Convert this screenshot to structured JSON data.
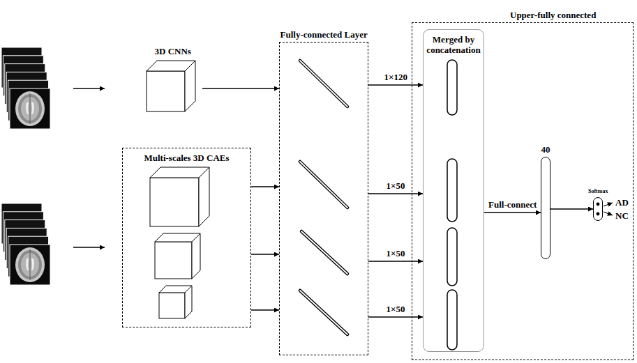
{
  "diagram": {
    "nodes": [
      {
        "text": [
          "3D CNNs"
        ]
      },
      {
        "text": [
          "Multi-scales 3D CAEs"
        ]
      },
      {
        "text": [
          "Fully-connected Layer"
        ]
      },
      {
        "text": [
          "Upper-fully connected"
        ]
      },
      {
        "text": [
          "Merged by concatenation"
        ],
        "in": 3
      },
      {
        "text": [
          "40"
        ],
        "in": 3
      },
      {
        "text": [
          "Softmax"
        ],
        "in": 3
      }
    ],
    "edges": [
      {
        "from": 0,
        "to": 2,
        "arrow": "to"
      },
      {
        "from": 1,
        "to": 2,
        "arrow": "to"
      },
      {
        "from": 1,
        "to": 2,
        "arrow": "to"
      },
      {
        "from": 1,
        "to": 2,
        "arrow": "to"
      },
      {
        "from": 2,
        "to": 4,
        "arrow": "to",
        "label": "1×120"
      },
      {
        "from": 2,
        "to": 4,
        "arrow": "to",
        "label": "1×50"
      },
      {
        "from": 2,
        "to": 4,
        "arrow": "to",
        "label": "1×50"
      },
      {
        "from": 2,
        "to": 4,
        "arrow": "to",
        "label": "1×50"
      },
      {
        "from": 4,
        "to": 5,
        "arrow": "to",
        "label": "Full-connect"
      },
      {
        "from": 5,
        "to": 6,
        "arrow": "to"
      }
    ],
    "labels": [
      "AD",
      "NC"
    ]
  }
}
